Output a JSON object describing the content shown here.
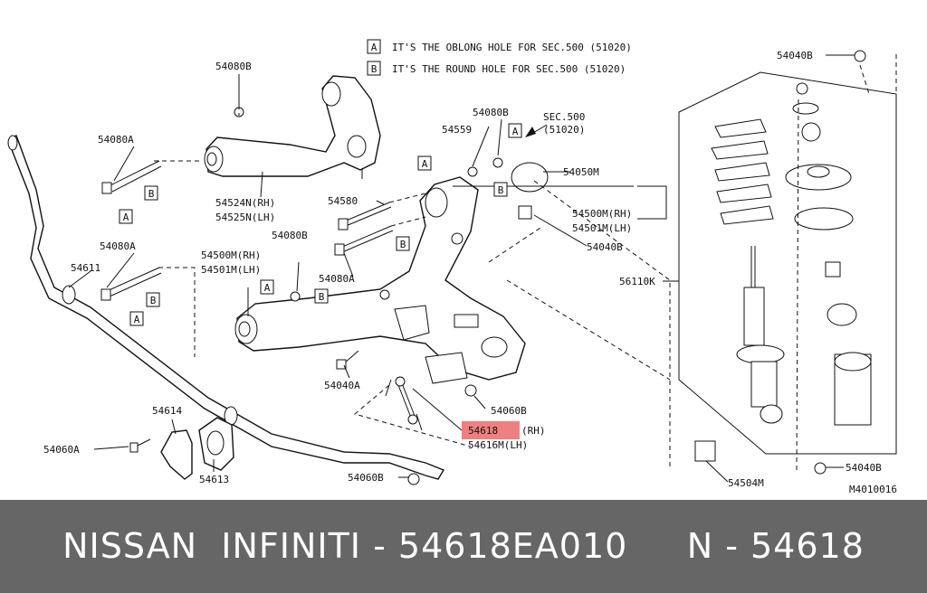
{
  "notes": [
    {
      "tag": "A",
      "text": "IT'S THE OBLONG HOLE FOR SEC.500 (51020)"
    },
    {
      "tag": "B",
      "text": "IT'S THE ROUND HOLE FOR SEC.500 (51020)"
    }
  ],
  "labels": {
    "p54080B_top": "54080B",
    "p54080A_top": "54080A",
    "p54524N": "54524N(RH)",
    "p54525N": "54525N(LH)",
    "p54080B_mid": "54080B",
    "p54559": "54559",
    "sec500": "SEC.500",
    "sec500_code": "(51020)",
    "p54050M": "54050M",
    "p54580": "54580",
    "p54500M_r": "54500M(RH)",
    "p54501M_r": "54501M(LH)",
    "p54080A_mid": "54080A",
    "p54080B_low": "54080B",
    "p54040B_mid": "54040B",
    "p54500M_l": "54500M(RH)",
    "p54501M_l": "54501M(LH)",
    "p54611": "54611",
    "p54080A_low": "54080A",
    "p54040A": "54040A",
    "p54060B_a": "54060B",
    "p54618": "54618",
    "p54618_rh": "(RH)",
    "p54616M": "54616M(LH)",
    "p54614": "54614",
    "p54060A": "54060A",
    "p54613": "54613",
    "p54060B_b": "54060B",
    "p54040B_top": "54040B",
    "p56110K": "56110K",
    "p54504M": "54504M",
    "p54040B_bot": "54040B",
    "diagram_code": "M4010016"
  },
  "tags": {
    "a": "A",
    "b": "B"
  },
  "highlight_color": "#f08080",
  "footer": {
    "text": "NISSAN  INFINITI - 54618EA010     N - 54618",
    "bg_color": "#666666",
    "text_color": "#ffffff"
  }
}
